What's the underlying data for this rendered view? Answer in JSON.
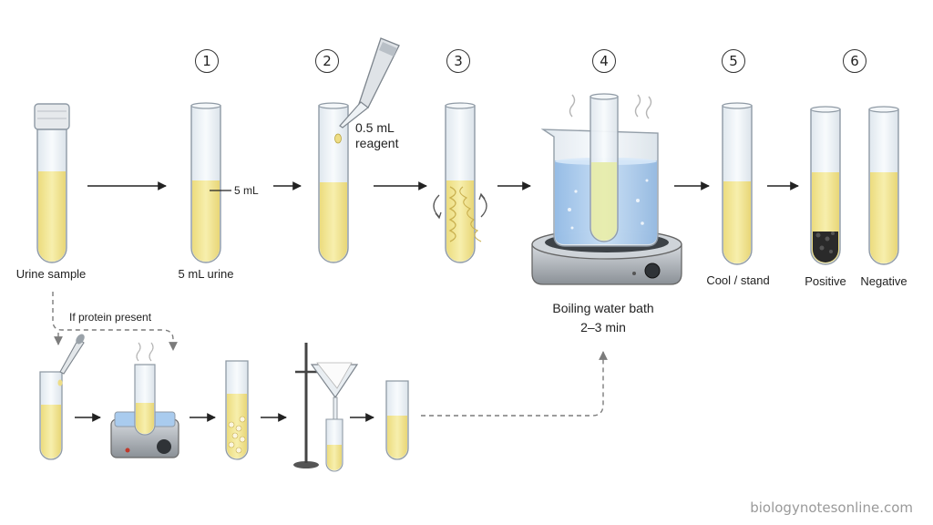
{
  "steps": [
    "1",
    "2",
    "3",
    "4",
    "5",
    "6"
  ],
  "labels": {
    "urine_sample": "Urine sample",
    "five_ml_urine": "5 mL urine",
    "five_ml_mark": "5 mL",
    "reagent_line1": "0.5 mL",
    "reagent_line2": "reagent",
    "boiling_line1": "Boiling water bath",
    "boiling_line2": "2–3 min",
    "cool_stand": "Cool / stand",
    "positive": "Positive",
    "negative": "Negative",
    "if_protein": "If protein present"
  },
  "watermark": "biologynotesonline.com",
  "colors": {
    "liquid": "#f3e89a",
    "liquid_dark": "#e6d46e",
    "water": "#a9cbee",
    "glass": "#eef3f7",
    "outline": "#8f9aa5",
    "arrow": "#222222",
    "dashed": "#7c7c7c",
    "precipitate": "#2a2a2a"
  }
}
